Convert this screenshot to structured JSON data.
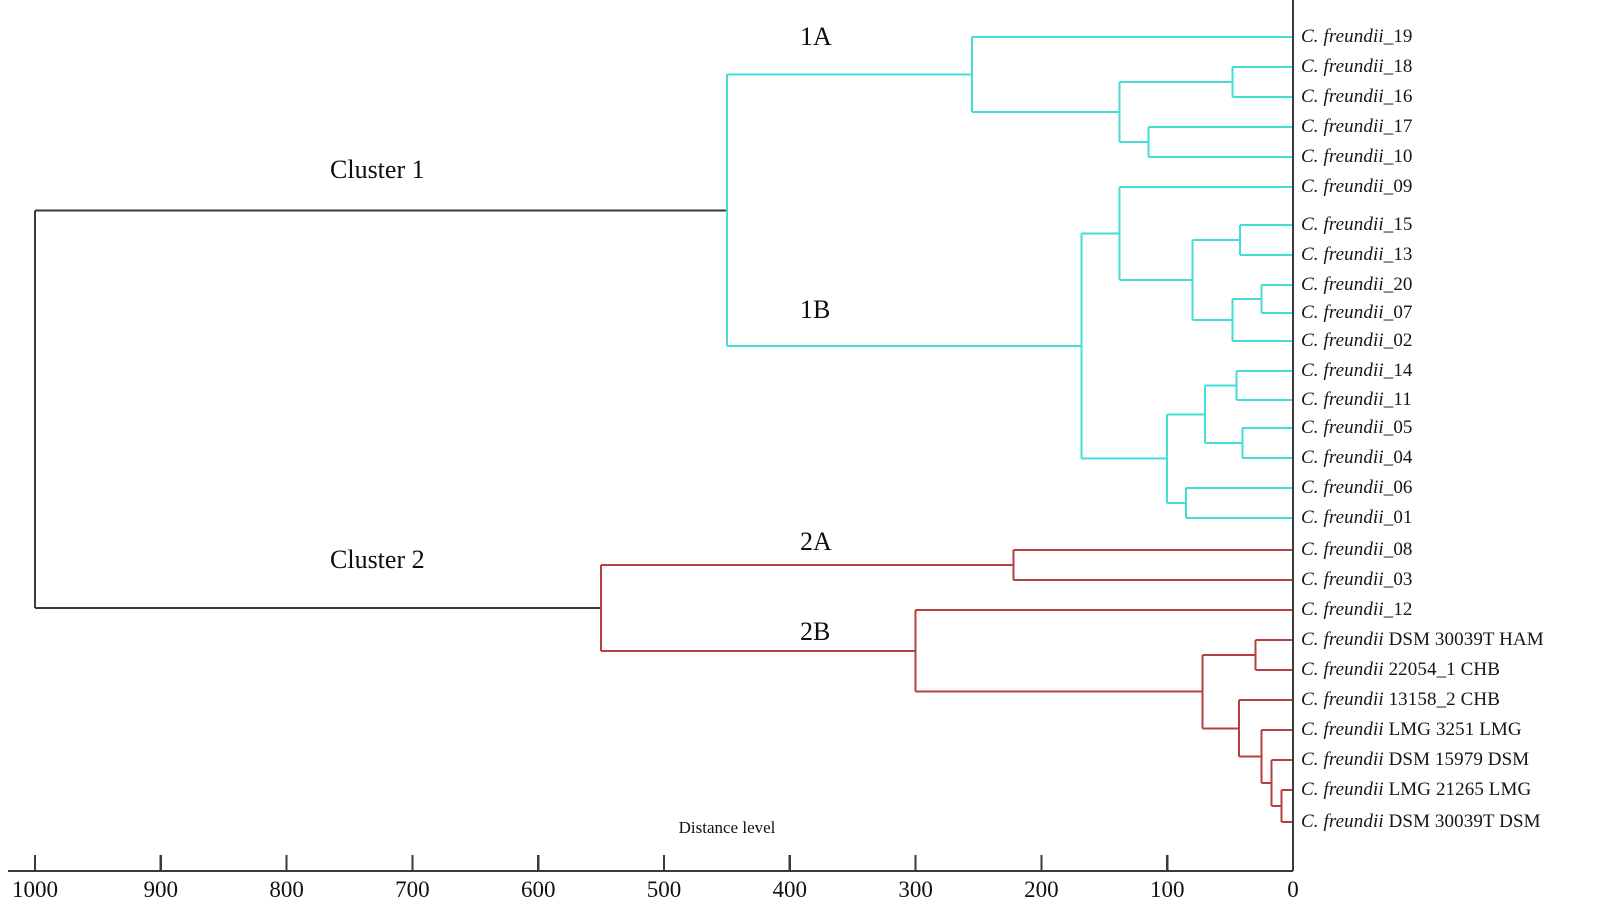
{
  "figure": {
    "type": "dendrogram",
    "axis_title": "Distance  level",
    "colors": {
      "cluster1": "#45DCD8",
      "cluster2": "#B5403F",
      "root": "#3a3a3a",
      "axis": "#3a3a3a",
      "text": "#141414"
    }
  },
  "axis": {
    "title": "Distance  level",
    "ticks": [
      {
        "label": "1000",
        "value": 1000
      },
      {
        "label": "900",
        "value": 900
      },
      {
        "label": "800",
        "value": 800
      },
      {
        "label": "700",
        "value": 700
      },
      {
        "label": "600",
        "value": 600
      },
      {
        "label": "500",
        "value": 500
      },
      {
        "label": "400",
        "value": 400
      },
      {
        "label": "300",
        "value": 300
      },
      {
        "label": "200",
        "value": 200
      },
      {
        "label": "100",
        "value": 100
      },
      {
        "label": "0",
        "value": 0
      }
    ],
    "min": 0,
    "max": 1000,
    "direction": "right-to-left"
  },
  "cluster_tags": [
    {
      "label": "Cluster 1",
      "id": "cluster-1"
    },
    {
      "label": "Cluster 2",
      "id": "cluster-2"
    },
    {
      "label": "1A",
      "id": "subcluster-1a"
    },
    {
      "label": "1B",
      "id": "subcluster-1b"
    },
    {
      "label": "2A",
      "id": "subcluster-2a"
    },
    {
      "label": "2B",
      "id": "subcluster-2b"
    }
  ],
  "leaves": [
    {
      "species": "C. freundii",
      "strain": "_19",
      "cluster": "1A"
    },
    {
      "species": "C. freundii",
      "strain": "_18",
      "cluster": "1A"
    },
    {
      "species": "C. freundii",
      "strain": "_16",
      "cluster": "1A"
    },
    {
      "species": "C. freundii",
      "strain": "_17",
      "cluster": "1A"
    },
    {
      "species": "C. freundii",
      "strain": "_10",
      "cluster": "1A"
    },
    {
      "species": "C. freundii",
      "strain": "_09",
      "cluster": "1B"
    },
    {
      "species": "C. freundii",
      "strain": "_15",
      "cluster": "1B"
    },
    {
      "species": "C. freundii",
      "strain": "_13",
      "cluster": "1B"
    },
    {
      "species": "C. freundii",
      "strain": "_20",
      "cluster": "1B"
    },
    {
      "species": "C. freundii",
      "strain": "_07",
      "cluster": "1B"
    },
    {
      "species": "C. freundii",
      "strain": "_02",
      "cluster": "1B"
    },
    {
      "species": "C. freundii",
      "strain": "_14",
      "cluster": "1B"
    },
    {
      "species": "C. freundii",
      "strain": "_11",
      "cluster": "1B"
    },
    {
      "species": "C. freundii",
      "strain": "_05",
      "cluster": "1B"
    },
    {
      "species": "C. freundii",
      "strain": "_04",
      "cluster": "1B"
    },
    {
      "species": "C. freundii",
      "strain": "_06",
      "cluster": "1B"
    },
    {
      "species": "C. freundii",
      "strain": "_01",
      "cluster": "1B"
    },
    {
      "species": "C. freundii",
      "strain": "_08",
      "cluster": "2A"
    },
    {
      "species": "C. freundii",
      "strain": "_03",
      "cluster": "2A"
    },
    {
      "species": "C. freundii",
      "strain": "_12",
      "cluster": "2B"
    },
    {
      "species": "C. freundii",
      "strain": " DSM 30039T HAM",
      "cluster": "2B"
    },
    {
      "species": "C. freundii",
      "strain": " 22054_1 CHB",
      "cluster": "2B"
    },
    {
      "species": "C. freundii",
      "strain": " 13158_2 CHB",
      "cluster": "2B"
    },
    {
      "species": "C. freundii",
      "strain": " LMG 3251 LMG",
      "cluster": "2B"
    },
    {
      "species": "C. freundii",
      "strain": " DSM 15979 DSM",
      "cluster": "2B"
    },
    {
      "species": "C. freundii",
      "strain": " LMG 21265 LMG",
      "cluster": "2B"
    },
    {
      "species": "C. freundii",
      "strain": " DSM 30039T DSM",
      "cluster": "2B"
    }
  ],
  "chart_data": {
    "type": "dendrogram",
    "title": "",
    "xlabel": "Distance  level",
    "xlim": [
      1000,
      0
    ],
    "leaf_order": [
      "C. freundii_19",
      "C. freundii_18",
      "C. freundii_16",
      "C. freundii_17",
      "C. freundii_10",
      "C. freundii_09",
      "C. freundii_15",
      "C. freundii_13",
      "C. freundii_20",
      "C. freundii_07",
      "C. freundii_02",
      "C. freundii_14",
      "C. freundii_11",
      "C. freundii_05",
      "C. freundii_04",
      "C. freundii_06",
      "C. freundii_01",
      "C. freundii_08",
      "C. freundii_03",
      "C. freundii_12",
      "C. freundii DSM 30039T HAM",
      "C. freundii 22054_1 CHB",
      "C. freundii 13158_2 CHB",
      "C. freundii LMG 3251 LMG",
      "C. freundii DSM 15979 DSM",
      "C. freundii LMG 21265 LMG",
      "C. freundii DSM 30039T DSM"
    ],
    "merges": [
      {
        "id": "root",
        "distance": 1000,
        "children": [
          "cluster1",
          "cluster2"
        ],
        "color": "#3a3a3a"
      },
      {
        "id": "cluster1",
        "distance": 450,
        "children": [
          "1A",
          "1B"
        ],
        "color": "#45DCD8"
      },
      {
        "id": "1A",
        "distance": 255,
        "children": [
          "C. freundii_19",
          "n1A2"
        ],
        "color": "#45DCD8"
      },
      {
        "id": "n1A2",
        "distance": 138,
        "children": [
          "n1A3",
          "n1A4"
        ],
        "color": "#45DCD8"
      },
      {
        "id": "n1A3",
        "distance": 48,
        "children": [
          "C. freundii_18",
          "C. freundii_16"
        ],
        "color": "#45DCD8"
      },
      {
        "id": "n1A4",
        "distance": 115,
        "children": [
          "C. freundii_17",
          "C. freundii_10"
        ],
        "color": "#45DCD8"
      },
      {
        "id": "1B",
        "distance": 168,
        "children": [
          "n1B1",
          "n1B2"
        ],
        "color": "#45DCD8"
      },
      {
        "id": "n1B1",
        "distance": 138,
        "children": [
          "C. freundii_09",
          "n1B1a"
        ],
        "color": "#45DCD8"
      },
      {
        "id": "n1B1a",
        "distance": 80,
        "children": [
          "n1B1b",
          "n1B1c"
        ],
        "color": "#45DCD8"
      },
      {
        "id": "n1B1b",
        "distance": 42,
        "children": [
          "C. freundii_15",
          "C. freundii_13"
        ],
        "color": "#45DCD8"
      },
      {
        "id": "n1B1c",
        "distance": 48,
        "children": [
          "n1B1d",
          "C. freundii_02"
        ],
        "color": "#45DCD8"
      },
      {
        "id": "n1B1d",
        "distance": 25,
        "children": [
          "C. freundii_20",
          "C. freundii_07"
        ],
        "color": "#45DCD8"
      },
      {
        "id": "n1B2",
        "distance": 100,
        "children": [
          "n1B2a",
          "n1B2b"
        ],
        "color": "#45DCD8"
      },
      {
        "id": "n1B2a",
        "distance": 70,
        "children": [
          "n1B2c",
          "n1B2d"
        ],
        "color": "#45DCD8"
      },
      {
        "id": "n1B2c",
        "distance": 45,
        "children": [
          "C. freundii_14",
          "C. freundii_11"
        ],
        "color": "#45DCD8"
      },
      {
        "id": "n1B2d",
        "distance": 40,
        "children": [
          "C. freundii_05",
          "C. freundii_04"
        ],
        "color": "#45DCD8"
      },
      {
        "id": "n1B2b",
        "distance": 85,
        "children": [
          "C. freundii_06",
          "C. freundii_01"
        ],
        "color": "#45DCD8"
      },
      {
        "id": "cluster2",
        "distance": 550,
        "children": [
          "2A",
          "2B"
        ],
        "color": "#B5403F"
      },
      {
        "id": "2A",
        "distance": 222,
        "children": [
          "C. freundii_08",
          "C. freundii_03"
        ],
        "color": "#B5403F"
      },
      {
        "id": "2B",
        "distance": 300,
        "children": [
          "C. freundii_12",
          "n2B1"
        ],
        "color": "#B5403F"
      },
      {
        "id": "n2B1",
        "distance": 72,
        "children": [
          "n2B2",
          "n2B3"
        ],
        "color": "#B5403F"
      },
      {
        "id": "n2B2",
        "distance": 30,
        "children": [
          "C. freundii DSM 30039T HAM",
          "C. freundii 22054_1 CHB"
        ],
        "color": "#B5403F"
      },
      {
        "id": "n2B3",
        "distance": 43,
        "children": [
          "C. freundii 13158_2 CHB",
          "n2B4"
        ],
        "color": "#B5403F"
      },
      {
        "id": "n2B4",
        "distance": 25,
        "children": [
          "C. freundii LMG 3251 LMG",
          "n2B5"
        ],
        "color": "#B5403F"
      },
      {
        "id": "n2B5",
        "distance": 17,
        "children": [
          "C. freundii DSM 15979 DSM",
          "n2B6"
        ],
        "color": "#B5403F"
      },
      {
        "id": "n2B6",
        "distance": 9,
        "children": [
          "C. freundii LMG 21265 LMG",
          "C. freundii DSM 30039T DSM"
        ],
        "color": "#B5403F"
      }
    ]
  }
}
